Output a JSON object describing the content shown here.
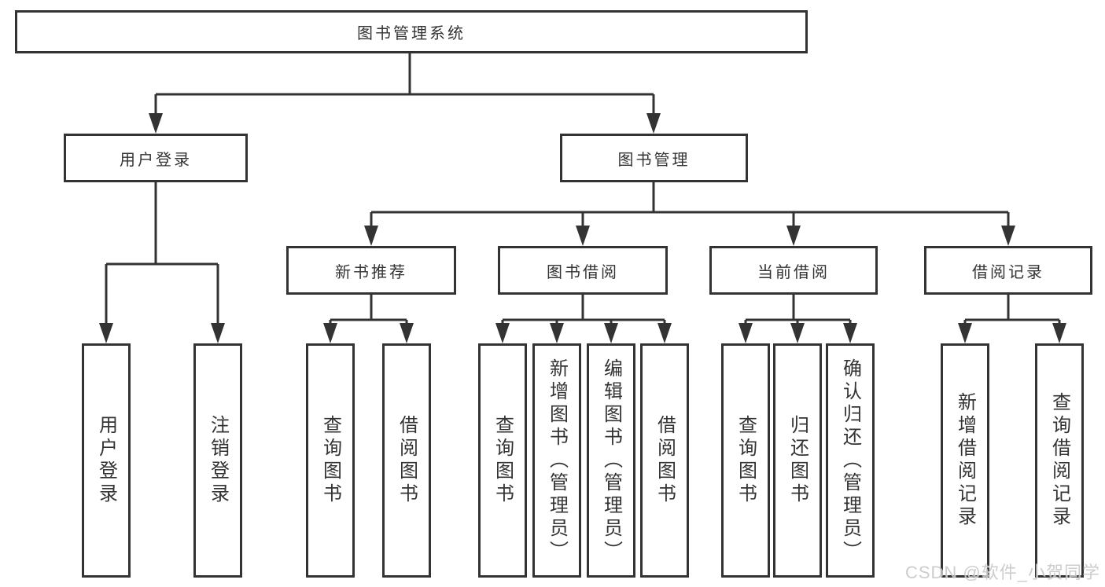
{
  "watermark": "CSDN @软件_小贺同学",
  "colors": {
    "line": "#333333",
    "text": "#333333",
    "box_background": "#ffffff",
    "watermark": "#c8c8c8"
  },
  "tree": {
    "root": {
      "label": "图书管理系统"
    },
    "branches": [
      {
        "label": "用户登录",
        "children": [
          {
            "label": "用户登录"
          },
          {
            "label": "注销登录"
          }
        ]
      },
      {
        "label": "图书管理",
        "children": [
          {
            "label": "新书推荐",
            "children": [
              {
                "label": "查询图书"
              },
              {
                "label": "借阅图书"
              }
            ]
          },
          {
            "label": "图书借阅",
            "children": [
              {
                "label": "查询图书"
              },
              {
                "label": "新增图书（管理员）"
              },
              {
                "label": "编辑图书（管理员）"
              },
              {
                "label": "借阅图书"
              }
            ]
          },
          {
            "label": "当前借阅",
            "children": [
              {
                "label": "查询图书"
              },
              {
                "label": "归还图书"
              },
              {
                "label": "确认归还（管理员）"
              }
            ]
          },
          {
            "label": "借阅记录",
            "children": [
              {
                "label": "新增借阅记录"
              },
              {
                "label": "查询借阅记录"
              }
            ]
          }
        ]
      }
    ]
  }
}
